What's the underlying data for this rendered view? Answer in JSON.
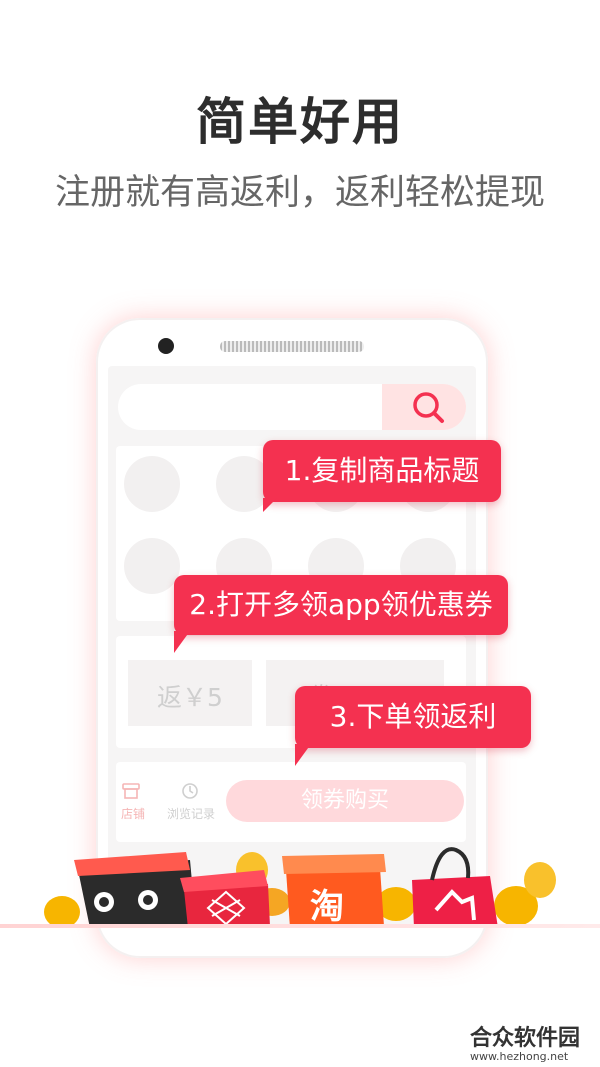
{
  "header": {
    "title": "简单好用",
    "subtitle": "注册就有高返利，返利轻松提现"
  },
  "phone_screen": {
    "rebate_label": "返￥5",
    "coupon_label": "券￥100",
    "store_label": "店铺",
    "history_label": "浏览记录",
    "buy_button_label": "领券购买"
  },
  "callouts": {
    "step1": "1.复制商品标题",
    "step2": "2.打开多领app领优惠券",
    "step3": "3.下单领返利"
  },
  "watermark": {
    "name": "合众软件园",
    "url": "www.hezhong.net"
  },
  "colors": {
    "accent": "#f43150",
    "light_pink": "#ffd9dc"
  }
}
